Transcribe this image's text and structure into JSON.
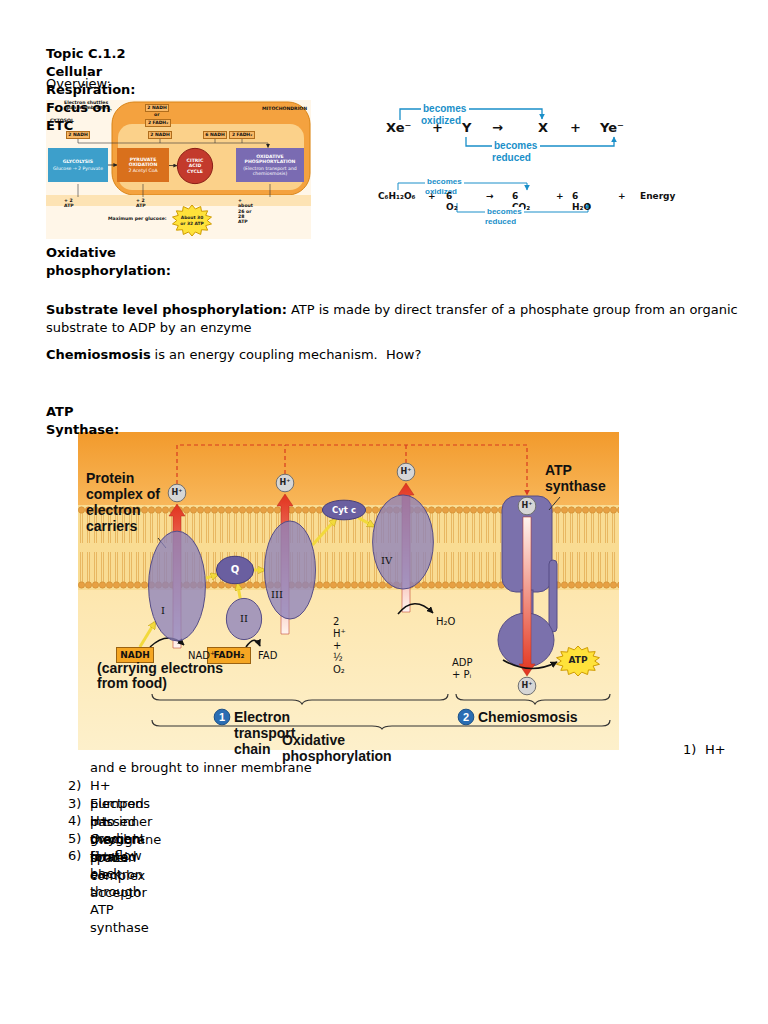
{
  "diagram": {
    "title": "Topic C.1.2  Cellular Respiration:  Focus on ETC",
    "nodes": [
      {
        "text": [
          "2 NADH"
        ]
      },
      {
        "text": [
          "2 FADH₂"
        ]
      },
      {
        "text": [
          "2 NADH"
        ]
      },
      {
        "text": [
          "2 NADH"
        ]
      },
      {
        "text": [
          "6 NADH"
        ]
      },
      {
        "text": [
          "2 FADH₂"
        ]
      },
      {
        "text": [
          "GLYCOLYSIS",
          "Glucose → 2 Pyruvate"
        ]
      },
      {
        "text": [
          "PYRUVATE OXIDATION",
          "2 Acetyl CoA"
        ]
      },
      {
        "text": [
          "CITRIC ACID CYCLE"
        ]
      },
      {
        "text": [
          "OXIDATIVE PHOSPHORYLATION",
          "(Electron transport and chemiosmosis)"
        ]
      },
      {
        "text": [
          "About 30 or 32 ATP"
        ]
      },
      {
        "text": [
          "H⁺"
        ]
      },
      {
        "text": [
          "H⁺"
        ]
      },
      {
        "text": [
          "H⁺"
        ]
      },
      {
        "text": [
          "H⁺"
        ]
      },
      {
        "text": [
          "Cyt c"
        ]
      },
      {
        "text": [
          "Q"
        ]
      },
      {
        "text": [
          "I"
        ]
      },
      {
        "text": [
          "III"
        ]
      },
      {
        "text": [
          "IV"
        ]
      },
      {
        "text": [
          "II"
        ]
      },
      {
        "text": [
          "FADH₂"
        ]
      },
      {
        "text": [
          "NADH"
        ]
      },
      {
        "text": [
          "H⁺"
        ]
      },
      {
        "text": [
          "ATP"
        ]
      },
      {
        "text": [
          "1"
        ]
      },
      {
        "text": [
          "2"
        ]
      }
    ],
    "edges": [
      {
        "from": 6,
        "to": 7,
        "arrow": "to"
      },
      {
        "from": 7,
        "to": 8,
        "arrow": "to"
      },
      {
        "from": 22,
        "to": 17,
        "arrow": "to"
      },
      {
        "from": 17,
        "to": 16,
        "arrow": "to"
      },
      {
        "from": 20,
        "to": 16,
        "arrow": "to"
      },
      {
        "from": 16,
        "to": 18,
        "arrow": "to"
      },
      {
        "from": 18,
        "to": 15,
        "arrow": "to"
      },
      {
        "from": 15,
        "to": 19,
        "arrow": "to"
      }
    ],
    "labels": [
      "Overview:",
      "Electron shuttles span membrane",
      "CYTOSOL",
      "MITOCHONDRION",
      "or",
      "+ 2 ATP",
      "+ 2 ATP",
      "+ about 26 or 28 ATP",
      "Maximum per glucose:",
      "becomes oxidized",
      "Xe⁻",
      "+",
      "Y",
      "→",
      "X",
      "+",
      "Ye⁻",
      "becomes reduced",
      "becomes oxidized",
      "C₆H₁₂O₆",
      "+",
      "6 O₂",
      "→",
      "6 CO₂",
      "+",
      "6 H₂O",
      "+",
      "Energy",
      "becomes reduced",
      "Oxidative phosphorylation:",
      "Substrate level phosphorylation:",
      "ATP is made by direct transfer of a phosphate group from an organic substrate to ADP by an enzyme",
      "Chemiosmosis",
      "is an energy coupling mechanism.  How?",
      "ATP Synthase:",
      "Protein complex of electron carriers",
      "ATP synthase",
      "FAD",
      "NAD⁺",
      "(carrying electrons from food)",
      "2 H⁺ + ½ O₂",
      "H₂O",
      "ADP + Pᵢ",
      "Electron transport chain",
      "Chemiosmosis",
      "Oxidative phosphorylation",
      "1)",
      "H+ and e brought to inner membrane",
      "2)",
      "H+ pumped into inner membrane space",
      "3)",
      "Electrons passed through protein complex",
      "4)",
      "H+ gradient formed",
      "5)",
      "Oxygen-final electron acceptor",
      "6)",
      "H+ flow back through ATP synthase"
    ]
  }
}
